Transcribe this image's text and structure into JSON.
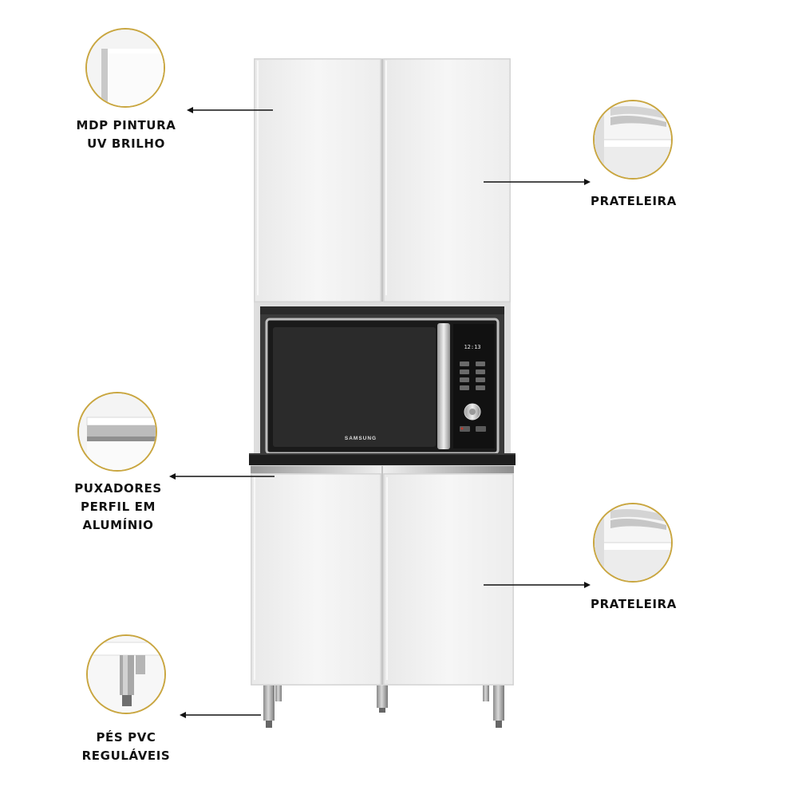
{
  "callouts": {
    "finish": {
      "lines": [
        "MDP PINTURA",
        "UV BRILHO"
      ],
      "icon": "panel-edge-detail-icon"
    },
    "shelf_top": {
      "lines": [
        "PRATELEIRA"
      ],
      "icon": "shelf-detail-icon"
    },
    "handle": {
      "lines": [
        "PUXADORES",
        "PERFIL EM",
        "ALUMÍNIO"
      ],
      "icon": "aluminium-handle-detail-icon"
    },
    "shelf_bottom": {
      "lines": [
        "PRATELEIRA"
      ],
      "icon": "shelf-detail-icon"
    },
    "feet": {
      "lines": [
        "PÉS PVC",
        "REGULÁVEIS"
      ],
      "icon": "adjustable-foot-detail-icon"
    }
  },
  "microwave": {
    "brand": "SAMSUNG",
    "display": "12:13"
  },
  "colors": {
    "cabinet_white": "#f1f1f1",
    "countertop": "#1e1e1e",
    "detail_ring": "#c9a640",
    "label_text": "#111111"
  }
}
